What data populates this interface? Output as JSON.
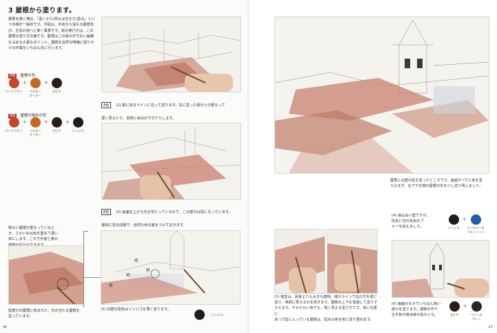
{
  "section_title": "3 屋根から塗ります。",
  "intro_text": "風景を描く場合、「遠くから(例えば空から)塗る」という手順が一般的です。今回は、手前から遠なる屋根瓦が、主役の塔へと導く風景です。絵の奥行きは、この屋根の塗り方次第です。屋根はこの絵の中で広い面積を占める大事なポイント。屋根を自然な明暗に塗り分ける作業をいちばん先に行います。",
  "palette_a": {
    "tag": "A色",
    "label": "屋根の色",
    "colors": [
      {
        "name": "バーミリオン",
        "hex": "#c8432e"
      },
      {
        "name": "イエロー\nオーカー",
        "hex": "#c06a24"
      },
      {
        "name": "セピア",
        "hex": "#2a1d17"
      }
    ]
  },
  "palette_b": {
    "tag": "B色",
    "label": "屋根の暗めの色",
    "colors": [
      {
        "name": "バーミリオン",
        "hex": "#c8432e"
      },
      {
        "name": "イエロー\nオーカー",
        "hex": "#c06a24"
      },
      {
        "name": "セピア",
        "hex": "#2a1d17"
      },
      {
        "name": "インジゴ",
        "hex": "#1c1d24"
      }
    ]
  },
  "plus_sign": "+",
  "step1": {
    "tag": "A色",
    "text": "(1) 縦に走るラインに沿って塗ります。先に塗った部分との重なって\n濃く見えたり、自然に余白ができたりします。"
  },
  "step2": {
    "tag": "B色",
    "text": "(2) 画面右上から光が当たっているので、この部分は陰になっています。\n最初に塗る段階で、自然な色の差をつけておきます。"
  },
  "callout_top": "明るい屋根が重なっていると\nき、さかいめは色を重ねて濃い\n目にします。これで手前と奥の\n屋根の区分ができます。",
  "callout_bottom": "陰部分の屋根に挟まれた、光の当たる屋根を\n塗っています。",
  "step3": {
    "text": "(3) 白壁の陰色はインジゴを薄く塗ります。",
    "swatch_name": "インジゴ",
    "swatch_hex": "#1c1d24",
    "marks": [
      "明",
      "明",
      "明",
      "明"
    ]
  },
  "right_top_caption": "屋根と白壁の陰を塗ったところです。画面すべてに色を塗\nり込まず、右下や左端の屋根の先を少し塗り残しました。",
  "step4": {
    "text": "(4) 塔は白い壁ですが、\n陰色に空の反射のブ\nルーを加えました。",
    "colors": [
      {
        "name": "インジゴ",
        "hex": "#1c1d24"
      },
      {
        "name": "マンガニーズ\nブルーノーバ",
        "hex": "#1f5fa8"
      }
    ]
  },
  "step5": {
    "text": "(5) 聖堂は、民家よりも大きな建物。縦のラインで右の方を密に\n塗り、単調に見えるのを防ぎます。屋根の上下を意識して塗りす\nろえます。やわらかい色でも、強く見える塗り方です。低い位置に\nあって陰に入っている屋根は、陰めの色を密に塗り重ねます。"
  },
  "step6": {
    "text": "(6) 画面のなかでいちばん高い\n部分を塗ります。建物の中や\n左手前の植木鉢の陰なども。",
    "colors": [
      {
        "name": "セピア",
        "hex": "#2a1d17"
      },
      {
        "name": "ペインズ\nグレー",
        "hex": "#232830"
      }
    ]
  },
  "page_left": "46",
  "page_right": "47"
}
